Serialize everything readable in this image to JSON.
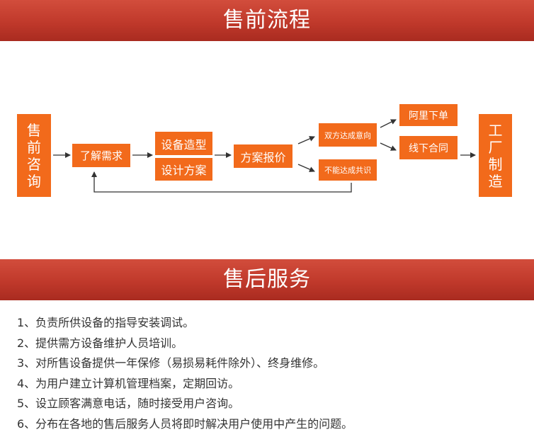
{
  "sections": {
    "presale_title": "售前流程",
    "aftersale_title": "售后服务"
  },
  "flow": {
    "consult": [
      "售",
      "前",
      "咨",
      "询"
    ],
    "needs": "了解需求",
    "design": "设备造型",
    "plan_design": "设计方案",
    "quote": "方案报价",
    "agree": "双方达成意向",
    "disagree": "不能达成共识",
    "ali_order": "阿里下单",
    "offline_contract": "线下合同",
    "factory": [
      "工",
      "厂",
      "制",
      "造"
    ]
  },
  "colors": {
    "banner": "#c0392b",
    "box": "#f26a1b",
    "arrow": "#333333"
  },
  "aftersale_items": [
    "1、负责所供设备的指导安装调试。",
    "2、提供需方设备维护人员培训。",
    "3、对所售设备提供一年保修（易损易耗件除外）、终身维修。",
    "4、为用户建立计算机管理档案，定期回访。",
    "5、设立顾客满意电话，随时接受用户咨询。",
    "6、分布在各地的售后服务人员将即时解决用户使用中产生的问题。"
  ]
}
